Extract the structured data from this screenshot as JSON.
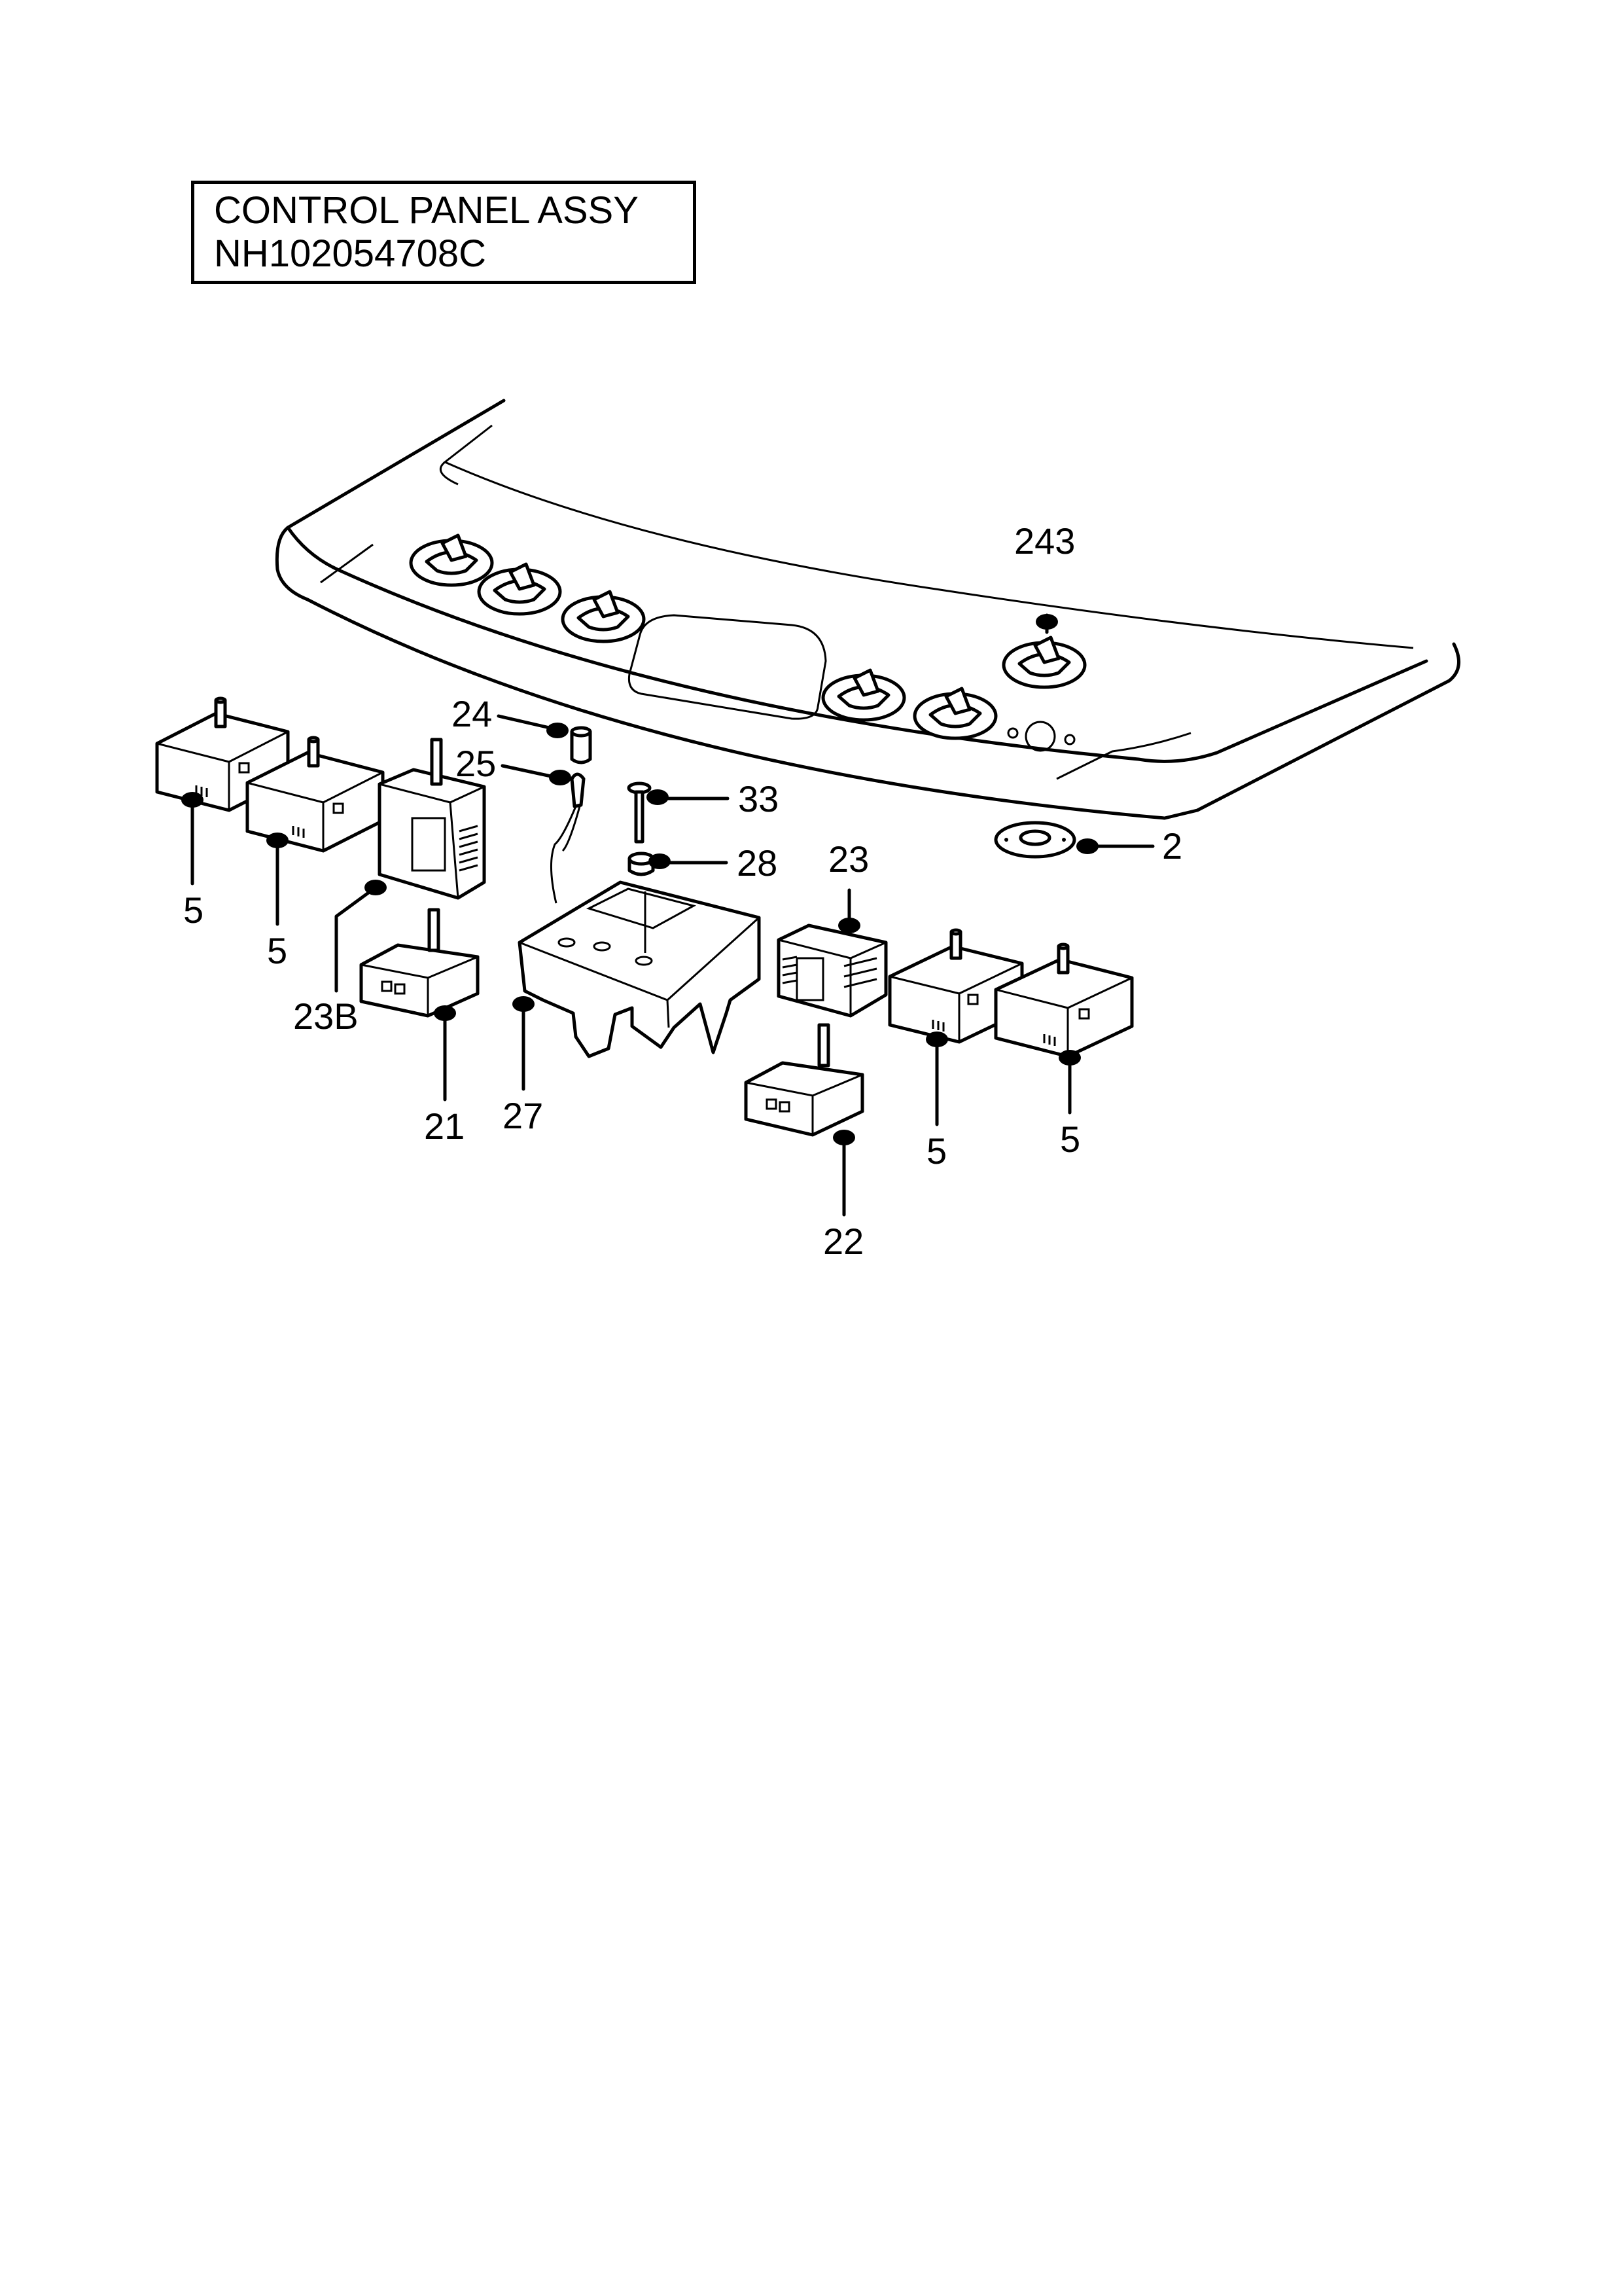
{
  "title": {
    "line1": "CONTROL PANEL  ASSY",
    "line2": "NH102054708C"
  },
  "callouts": {
    "c243": "243",
    "c24": "24",
    "c25": "25",
    "c33": "33",
    "c28": "28",
    "c23": "23",
    "c2": "2",
    "c5a": "5",
    "c5b": "5",
    "c5c": "5",
    "c5d": "5",
    "c23b": "23B",
    "c21": "21",
    "c27": "27",
    "c22": "22"
  }
}
